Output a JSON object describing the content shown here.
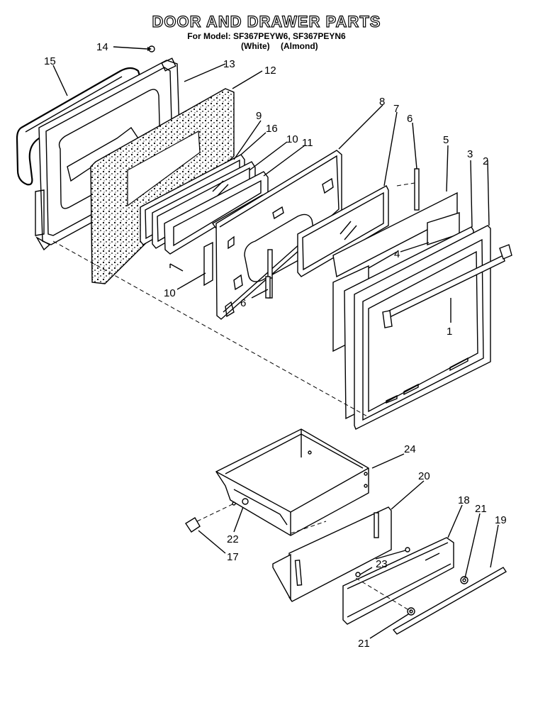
{
  "header": {
    "title": "DOOR AND DRAWER PARTS",
    "subtitle": "For Model: SF367PEYW6, SF367PEYN6",
    "variant_white": "(White)",
    "variant_almond": "(Almond)"
  },
  "callouts": {
    "c1": "1",
    "c2": "2",
    "c3": "3",
    "c4": "4",
    "c5": "5",
    "c6a": "6",
    "c6b": "6",
    "c7": "7",
    "c8": "8",
    "c9": "9",
    "c10a": "10",
    "c10b": "10",
    "c11": "11",
    "c12": "12",
    "c13": "13",
    "c14": "14",
    "c15": "15",
    "c16": "16",
    "c17": "17",
    "c18": "18",
    "c19": "19",
    "c20": "20",
    "c21a": "21",
    "c21b": "21",
    "c22": "22",
    "c23": "23",
    "c24": "24"
  },
  "pattern_id": "insulation-dots"
}
